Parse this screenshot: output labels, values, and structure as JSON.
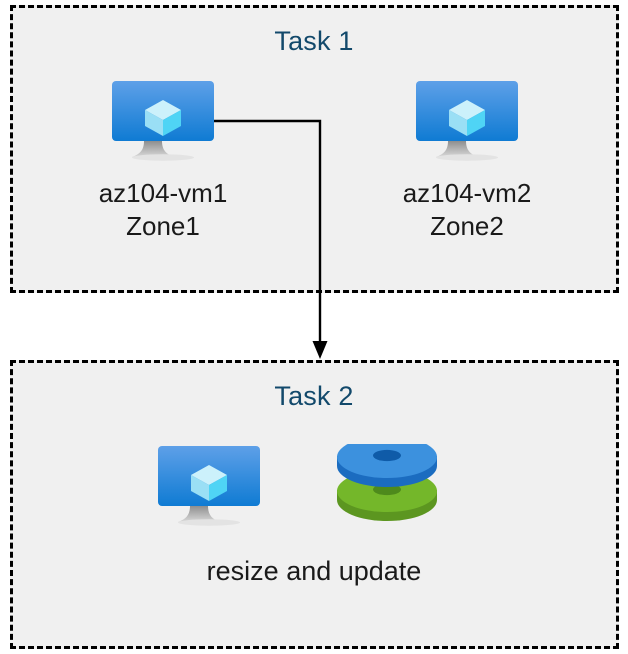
{
  "diagram": {
    "title": "Azure virtual machine task diagram",
    "page_background": "#ffffff",
    "box_background": "#f0f0f0",
    "box_border_color": "#000000",
    "heading_color": "#12496b",
    "caption_color": "#1a1a1a",
    "connector_color": "#000000"
  },
  "task1": {
    "title": "Task 1",
    "vms": [
      {
        "icon": "virtual-machine-icon",
        "name": "az104-vm1",
        "zone": "Zone1",
        "caption": "az104-vm1\nZone1"
      },
      {
        "icon": "virtual-machine-icon",
        "name": "az104-vm2",
        "zone": "Zone2",
        "caption": "az104-vm2\nZone2"
      }
    ]
  },
  "task2": {
    "title": "Task 2",
    "caption": "resize and update",
    "icons": [
      {
        "icon": "virtual-machine-icon",
        "label": "virtual machine"
      },
      {
        "icon": "disks-icon",
        "label": "disks"
      }
    ]
  },
  "connector": {
    "from": "az104-vm1",
    "to": "Task 2",
    "style": "elbow-arrow"
  },
  "colors": {
    "vm_screen_top": "#5ea0e8",
    "vm_screen_bottom": "#0f7bd3",
    "vm_cube_top": "#c9effb",
    "vm_cube_left": "#9adff5",
    "vm_cube_right": "#4fd4f5",
    "vm_stand": "#9a9a9a",
    "disk_blue": "#3c91de",
    "disk_blue_side": "#1b6cc0",
    "disk_blue_hole": "#0f5ba8",
    "disk_green": "#74b72a",
    "disk_green_side": "#5c9620",
    "disk_green_hole": "#4e8a1c"
  }
}
